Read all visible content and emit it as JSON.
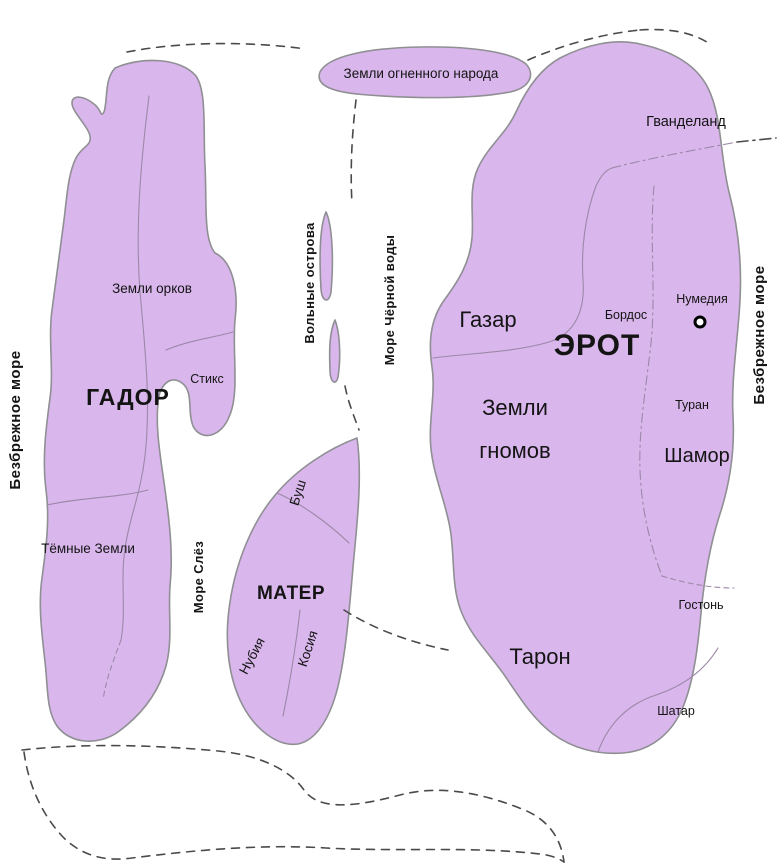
{
  "map": {
    "colors": {
      "sea": "#ffffff",
      "land": "#d9b6ec",
      "land-outline": "#8f8f94",
      "inner-line": "#9d88a8",
      "sea-line": "#4a4a4a",
      "ink": "#141414"
    },
    "seas": {
      "west": "Безбрежное море",
      "east": "Безбрежное море",
      "tears": "Море Слёз",
      "black_water": "Море Чёрной воды"
    },
    "islands": {
      "fire_people": "Земли огненного народа",
      "free_islands": "Вольные острова"
    },
    "gador": {
      "name": "ГАДОР",
      "orc_lands": "Земли орков",
      "styx": "Стикс",
      "dark_lands": "Тёмные Земли"
    },
    "mater": {
      "name": "МАТЕР",
      "bush": "Буш",
      "nubia": "Нубия",
      "kosia": "Косия"
    },
    "erot": {
      "name": "ЭРОТ",
      "gvandeland": "Гванделанд",
      "gazar": "Газар",
      "bordos": "Бордос",
      "numedia": "Нумедия",
      "turan": "Туран",
      "shamor": "Шамор",
      "gnome_lands_line1": "Земли",
      "gnome_lands_line2": "гномов",
      "goston": "Гостонь",
      "taron": "Тарон",
      "shatar": "Шатар"
    }
  }
}
